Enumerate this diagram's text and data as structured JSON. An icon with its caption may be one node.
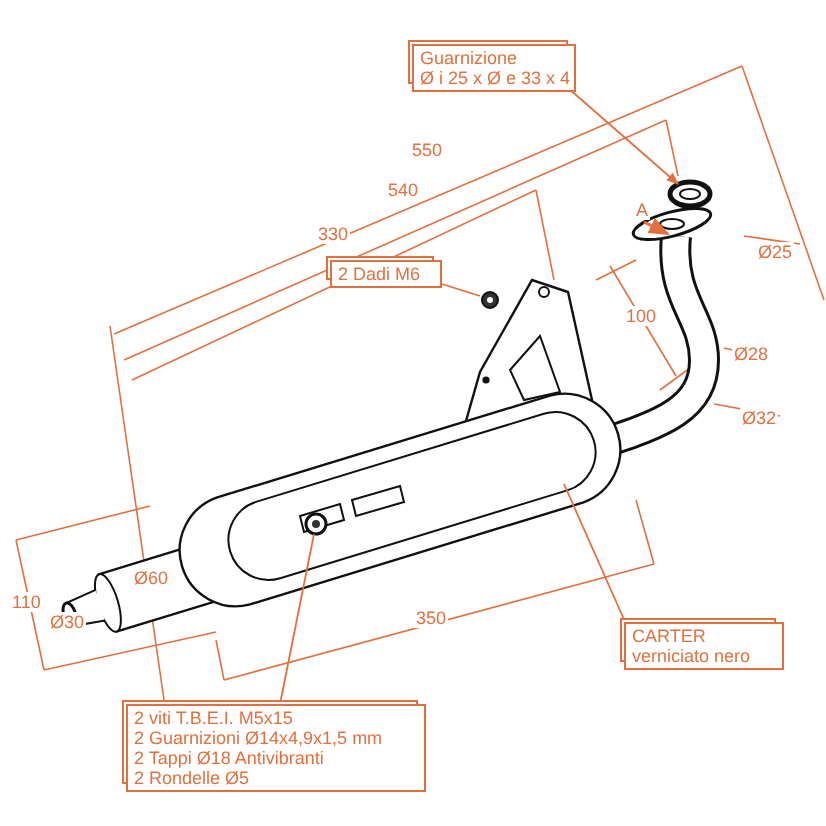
{
  "diagram": {
    "nodes": [
      {
        "text": [
          "Guarnizione",
          "Ø i 25 x Ø e 33 x 4"
        ]
      },
      {
        "text": [],
        "shape": "picture"
      },
      {
        "text": [
          "2 Dadi M6"
        ]
      },
      {
        "text": [],
        "shape": "picture"
      },
      {
        "text": [
          "CARTER",
          "verniciato nero"
        ]
      },
      {
        "text": [],
        "shape": "picture"
      },
      {
        "text": [
          "2 viti T.B.E.I. M5x15",
          "2 Guarnizioni Ø14x4,9x1,5 mm",
          "2 Tappi Ø18 Antivibranti",
          "2 Rondelle Ø5"
        ]
      },
      {
        "text": [],
        "shape": "picture",
        "in": 5
      }
    ],
    "edges": [
      {
        "from": 0,
        "to": 1,
        "arrow": "to"
      },
      {
        "from": 2,
        "to": 3,
        "arrow": "none"
      },
      {
        "from": 4,
        "to": 5,
        "arrow": "none"
      },
      {
        "from": 6,
        "to": 7,
        "arrow": "none"
      }
    ],
    "labels": [
      "550",
      "540",
      "330",
      "A",
      "Ø25",
      "100",
      "Ø28",
      "Ø32",
      "Ø60",
      "110",
      "Ø30",
      "350"
    ]
  }
}
